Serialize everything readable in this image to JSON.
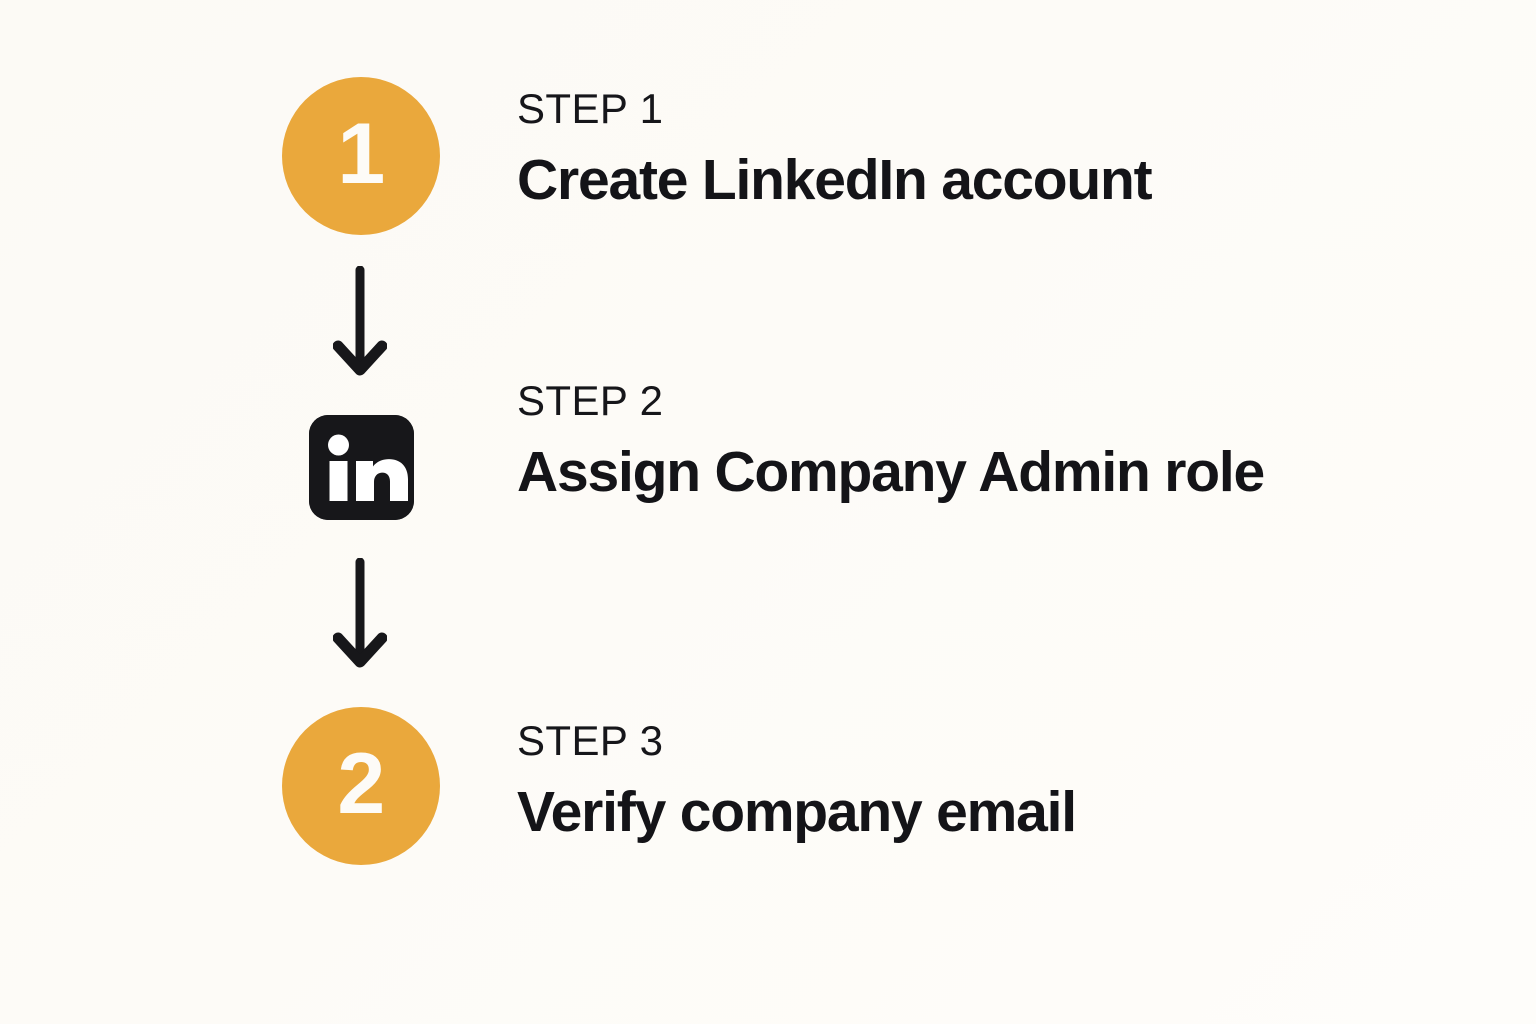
{
  "page": {
    "title": "Onboarding Steps Flow",
    "background_color": "#fdfbf7",
    "accent_color": "#eaa83c",
    "text_color": "#141418",
    "icon_color": "#17171a"
  },
  "steps": [
    {
      "marker_kind": "number-circle",
      "marker_label": "1",
      "eyebrow": "STEP 1",
      "title": "Create LinkedIn account",
      "icon_name": "step-number-circle-1"
    },
    {
      "marker_kind": "brand-icon",
      "marker_label": "in",
      "eyebrow": "STEP 2",
      "title": "Assign Company Admin role",
      "icon_name": "linkedin-icon"
    },
    {
      "marker_kind": "number-circle",
      "marker_label": "2",
      "eyebrow": "STEP 3",
      "title": "Verify company email",
      "icon_name": "step-number-circle-2"
    }
  ],
  "connectors": [
    {
      "icon_name": "arrow-down-icon",
      "from_step": "STEP 1",
      "to_step": "STEP 2"
    },
    {
      "icon_name": "arrow-down-icon",
      "from_step": "STEP 2",
      "to_step": "STEP 3"
    }
  ]
}
